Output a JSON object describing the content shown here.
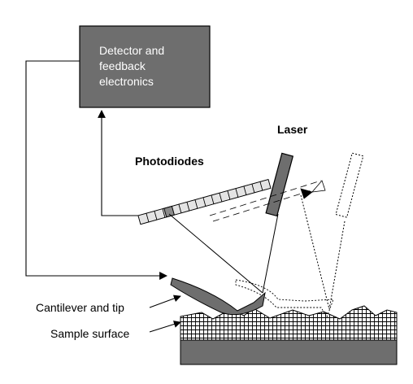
{
  "labels": {
    "detector": [
      "Detector and",
      "feedback",
      "electronics"
    ],
    "laser": "Laser",
    "photodiodes": "Photodiodes",
    "cantilever": "Cantilever and tip",
    "sample": "Sample surface"
  },
  "colors": {
    "box_fill": "#6e6e6e",
    "box_text": "#ffffff",
    "laser_fill": "#6e6e6e",
    "cantilever_fill": "#6e6e6e",
    "line": "#000000",
    "cell_fill": "#e4e4e4",
    "cell_active": "#8a8a8a",
    "substrate": "#6e6e6e"
  },
  "icons": [
    "left-arrow-marker",
    "up-arrow-marker",
    "crosshatch-pattern",
    "dotted-ghost-outline"
  ]
}
